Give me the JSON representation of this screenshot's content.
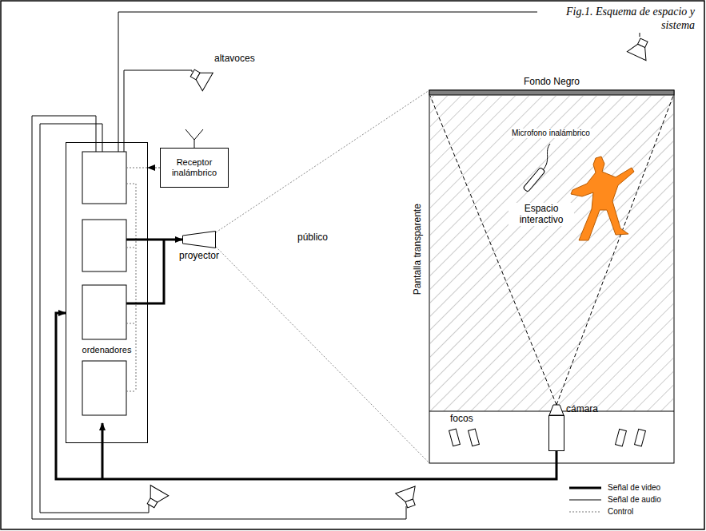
{
  "diagram": {
    "title": "Fig.1. Esquema de espacio y sistema",
    "nodes": [
      {
        "text": [
          "ordenadores"
        ]
      },
      {
        "text": [
          "Receptor inalámbrico"
        ]
      },
      {
        "text": [
          "proyector"
        ]
      },
      {
        "text": [
          "cámara"
        ]
      }
    ],
    "edges": [
      {
        "from": 1,
        "to": 0,
        "arrow": "to"
      },
      {
        "from": 0,
        "to": 2,
        "arrow": "to"
      },
      {
        "from": 3,
        "to": 0,
        "arrow": "to"
      }
    ],
    "labels": [
      "altavoces",
      "público",
      "Fondo Negro",
      "Pantalla transparente",
      "Microfono inalámbrico",
      "Espacio interactivo",
      "focos"
    ],
    "legend": [
      {
        "text": "Señal de video"
      },
      {
        "text": "Señal de audio"
      },
      {
        "text": "Control"
      }
    ]
  }
}
